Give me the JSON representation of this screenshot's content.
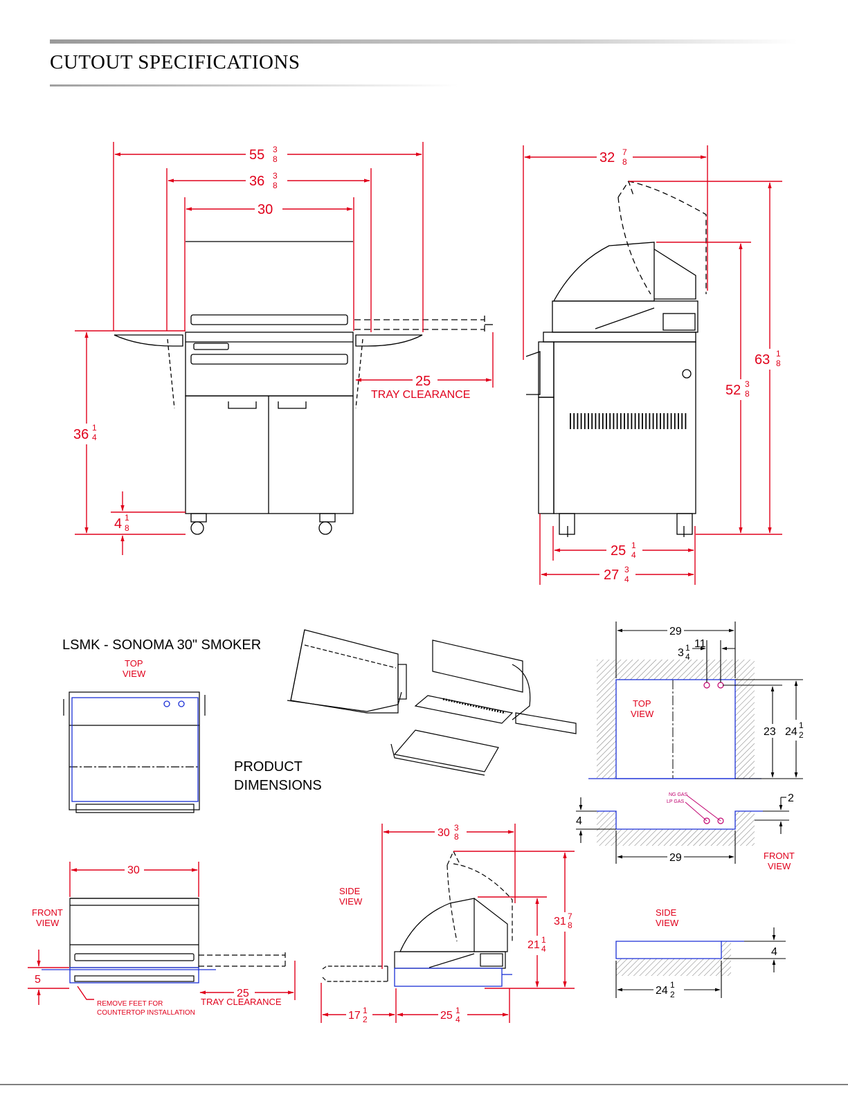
{
  "header": {
    "title": "CUTOUT SPECIFICATIONS"
  },
  "colors": {
    "dimension_red": "#e0001b",
    "outline_blue": "#1a2fd6",
    "hatch_gray": "#777777"
  },
  "cart_front": {
    "overall_width": {
      "whole": "55",
      "num": "3",
      "den": "8"
    },
    "cabinet_width": {
      "whole": "36",
      "num": "3",
      "den": "8"
    },
    "unit_width": "30",
    "tray_clearance_value": "25",
    "tray_clearance_label": "TRAY CLEARANCE",
    "counter_height": {
      "whole": "36",
      "num": "1",
      "den": "4"
    },
    "caster_height": {
      "whole": "4",
      "num": "1",
      "den": "8"
    }
  },
  "cart_side": {
    "overall_depth": {
      "whole": "32",
      "num": "7",
      "den": "8"
    },
    "open_height": {
      "whole": "63",
      "num": "1",
      "den": "8"
    },
    "closed_height": {
      "whole": "52",
      "num": "3",
      "den": "8"
    },
    "base_depth": {
      "whole": "25",
      "num": "1",
      "den": "4"
    },
    "cart_depth": {
      "whole": "27",
      "num": "3",
      "den": "4"
    }
  },
  "model": {
    "title": "LSMK - SONOMA 30\" SMOKER",
    "product_dimensions_line1": "PRODUCT",
    "product_dimensions_line2": "DIMENSIONS"
  },
  "unit_top": {
    "label_line1": "TOP",
    "label_line2": "VIEW"
  },
  "unit_front": {
    "label_line1": "FRONT",
    "label_line2": "VIEW",
    "width": "30",
    "feet_height": "5",
    "tray_clearance_value": "25",
    "tray_clearance_label": "TRAY CLEARANCE",
    "note_line1": "REMOVE FEET FOR",
    "note_line2": "COUNTERTOP INSTALLATION"
  },
  "unit_side": {
    "label_line1": "SIDE",
    "label_line2": "VIEW",
    "top_depth": {
      "whole": "30",
      "num": "3",
      "den": "8"
    },
    "open_height": {
      "whole": "31",
      "num": "7",
      "den": "8"
    },
    "closed_height": {
      "whole": "21",
      "num": "1",
      "den": "4"
    },
    "tray_depth": {
      "whole": "17",
      "num": "1",
      "den": "2"
    },
    "base_depth": {
      "whole": "25",
      "num": "1",
      "den": "4"
    }
  },
  "cutout_top": {
    "label_line1": "TOP",
    "label_line2": "VIEW",
    "width": "29",
    "gas_offset": "11",
    "gas_spacing": {
      "whole": "3",
      "num": "1",
      "den": "4"
    },
    "inner_depth": "23",
    "outer_depth": {
      "whole": "24",
      "num": "1",
      "den": "2"
    }
  },
  "cutout_front": {
    "label_line1": "FRONT",
    "label_line2": "VIEW",
    "depth": "4",
    "ledge": "2",
    "width": "29",
    "ng_gas": "NG GAS",
    "lp_gas": "LP GAS"
  },
  "cutout_side": {
    "label_line1": "SIDE",
    "label_line2": "VIEW",
    "height": "4",
    "depth": {
      "whole": "24",
      "num": "1",
      "den": "2"
    }
  }
}
